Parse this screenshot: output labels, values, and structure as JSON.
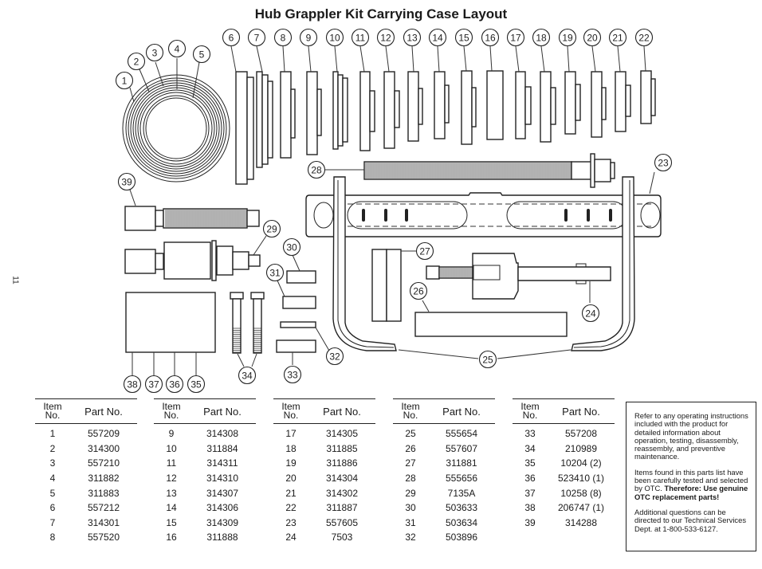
{
  "title": "Hub Grappler Kit Carrying Case Layout",
  "page_number": "11",
  "callouts": [
    "1",
    "2",
    "3",
    "4",
    "5",
    "6",
    "7",
    "8",
    "9",
    "10",
    "11",
    "12",
    "13",
    "14",
    "15",
    "16",
    "17",
    "18",
    "19",
    "20",
    "21",
    "22",
    "23",
    "24",
    "25",
    "26",
    "27",
    "28",
    "29",
    "30",
    "31",
    "32",
    "33",
    "34",
    "35",
    "36",
    "37",
    "38",
    "39"
  ],
  "table_headers": {
    "item": [
      "Item",
      "No."
    ],
    "part": "Part No."
  },
  "parts_tables": [
    {
      "rows": [
        [
          "1",
          "557209"
        ],
        [
          "2",
          "314300"
        ],
        [
          "3",
          "557210"
        ],
        [
          "4",
          "311882"
        ],
        [
          "5",
          "311883"
        ],
        [
          "6",
          "557212"
        ],
        [
          "7",
          "314301"
        ],
        [
          "8",
          "557520"
        ]
      ]
    },
    {
      "rows": [
        [
          "9",
          "314308"
        ],
        [
          "10",
          "311884"
        ],
        [
          "11",
          "314311"
        ],
        [
          "12",
          "314310"
        ],
        [
          "13",
          "314307"
        ],
        [
          "14",
          "314306"
        ],
        [
          "15",
          "314309"
        ],
        [
          "16",
          "311888"
        ]
      ]
    },
    {
      "rows": [
        [
          "17",
          "314305"
        ],
        [
          "18",
          "311885"
        ],
        [
          "19",
          "311886"
        ],
        [
          "20",
          "314304"
        ],
        [
          "21",
          "314302"
        ],
        [
          "22",
          "311887"
        ],
        [
          "23",
          "557605"
        ],
        [
          "24",
          "7503"
        ]
      ]
    },
    {
      "rows": [
        [
          "25",
          "555654"
        ],
        [
          "26",
          "557607"
        ],
        [
          "27",
          "311881"
        ],
        [
          "28",
          "555656"
        ],
        [
          "29",
          "7135A"
        ],
        [
          "30",
          "503633"
        ],
        [
          "31",
          "503634"
        ],
        [
          "32",
          "503896"
        ]
      ]
    },
    {
      "rows": [
        [
          "33",
          "557208"
        ],
        [
          "34",
          "210989"
        ],
        [
          "35",
          "10204 (2)"
        ],
        [
          "36",
          "523410 (1)"
        ],
        [
          "37",
          "10258 (8)"
        ],
        [
          "38",
          "206747 (1)"
        ],
        [
          "39",
          "314288"
        ]
      ]
    }
  ],
  "note": {
    "para1": "Refer to any operating instructions included with the product for detailed information about operation, testing, disassembly, reassembly, and preventive maintenance.",
    "para2_plain": "Items found in this parts list have been carefully tested and selected by OTC.",
    "para2_bold": "Therefore: Use genuine OTC replacement parts!",
    "para3": "Additional questions can be directed to our Technical Services Dept. at 1-800-533-6127."
  }
}
